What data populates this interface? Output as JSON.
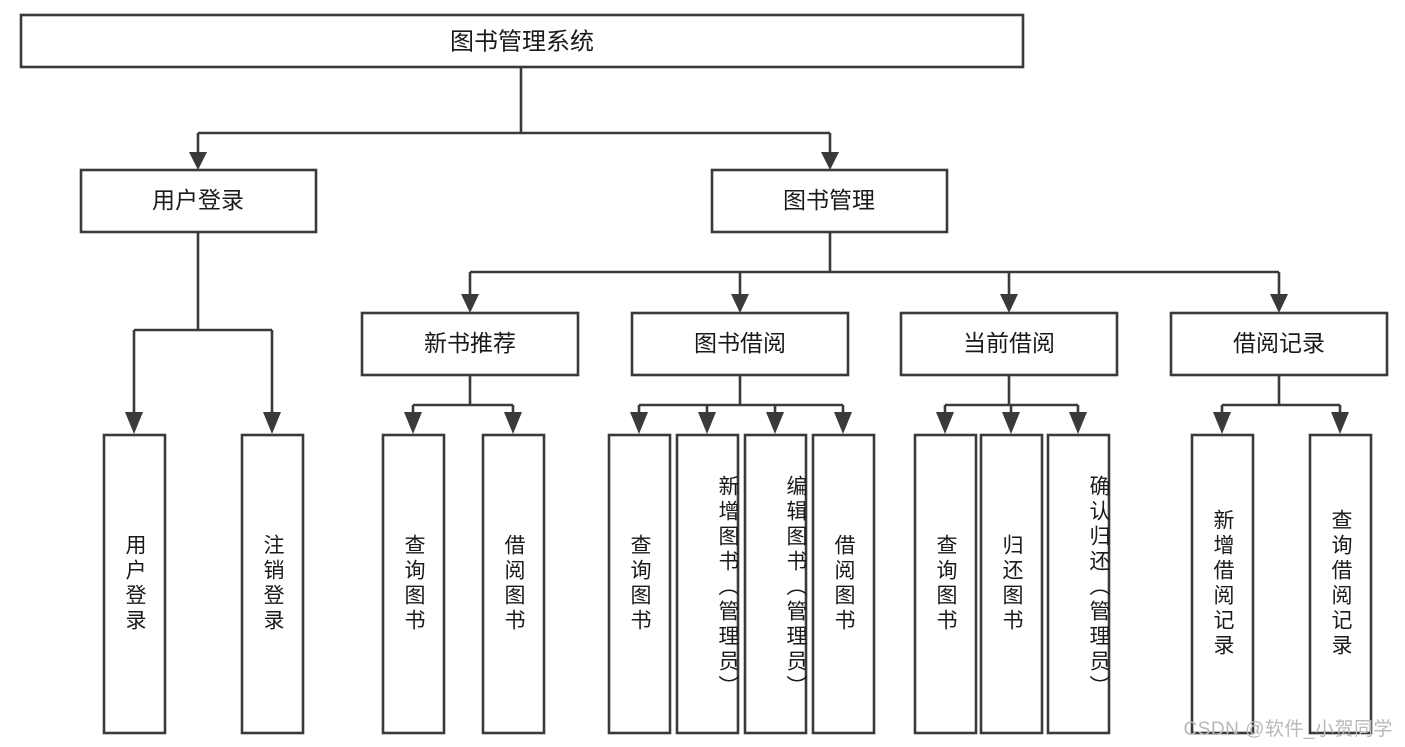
{
  "diagram": {
    "title": "图书管理系统",
    "type": "tree-hierarchy",
    "root": {
      "id": "root",
      "label": "图书管理系统"
    },
    "level2": [
      {
        "id": "user-login",
        "label": "用户登录"
      },
      {
        "id": "book-manage",
        "label": "图书管理"
      }
    ],
    "level3": [
      {
        "id": "new-book-recommend",
        "label": "新书推荐",
        "parent": "book-manage"
      },
      {
        "id": "book-borrow",
        "label": "图书借阅",
        "parent": "book-manage"
      },
      {
        "id": "current-borrow",
        "label": "当前借阅",
        "parent": "book-manage"
      },
      {
        "id": "borrow-record",
        "label": "借阅记录",
        "parent": "book-manage"
      }
    ],
    "leaves": {
      "user-login": [
        {
          "id": "leaf-user-login",
          "label": "用户登录"
        },
        {
          "id": "leaf-logout",
          "label": "注销登录"
        }
      ],
      "new-book-recommend": [
        {
          "id": "leaf-query-book-1",
          "label": "查询图书"
        },
        {
          "id": "leaf-borrow-book-1",
          "label": "借阅图书"
        }
      ],
      "book-borrow": [
        {
          "id": "leaf-query-book-2",
          "label": "查询图书"
        },
        {
          "id": "leaf-add-book",
          "label": "新增图书（管理员）"
        },
        {
          "id": "leaf-edit-book",
          "label": "编辑图书（管理员）"
        },
        {
          "id": "leaf-borrow-book-2",
          "label": "借阅图书"
        }
      ],
      "current-borrow": [
        {
          "id": "leaf-query-book-3",
          "label": "查询图书"
        },
        {
          "id": "leaf-return-book",
          "label": "归还图书"
        },
        {
          "id": "leaf-confirm-return",
          "label": "确认归还（管理员）"
        }
      ],
      "borrow-record": [
        {
          "id": "leaf-add-record",
          "label": "新增借阅记录"
        },
        {
          "id": "leaf-query-record",
          "label": "查询借阅记录"
        }
      ]
    }
  },
  "watermark": {
    "text": "CSDN @软件_小贺同学"
  },
  "colors": {
    "stroke": "#3a3a3a",
    "box_fill": "#ffffff",
    "text": "#1a1a1a",
    "watermark": "#b9b9b9",
    "background": "#ffffff"
  }
}
